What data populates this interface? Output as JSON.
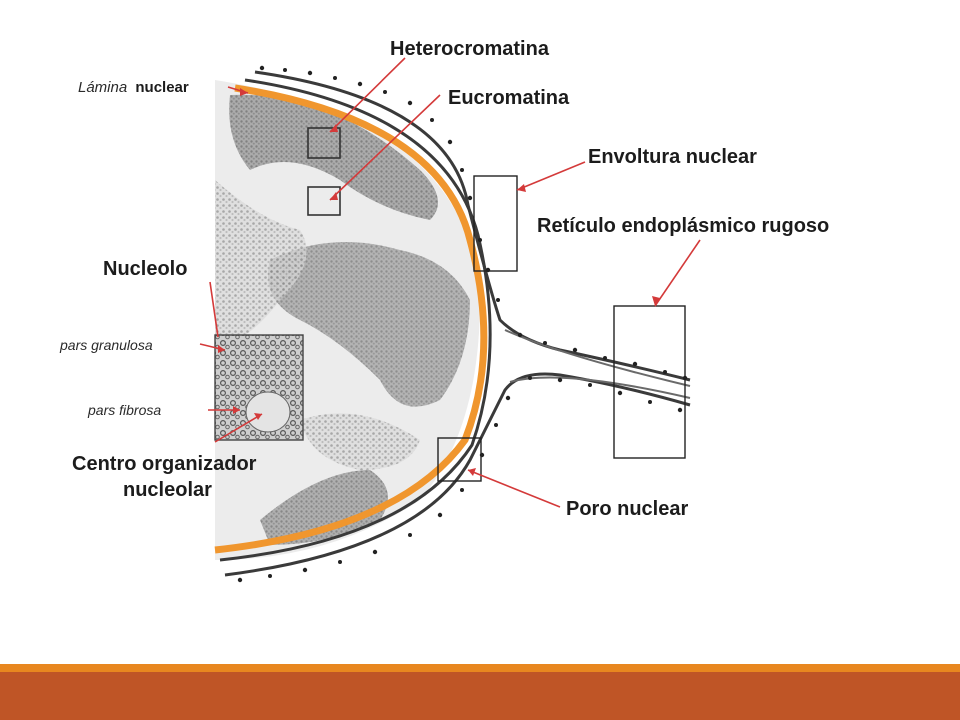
{
  "labels": {
    "heterocromatina": "Heterocromatina",
    "lamina_part1": "Lámina",
    "lamina_part2": "nuclear",
    "eucromatina": "Eucromatina",
    "envoltura": "Envoltura nuclear",
    "reticulo": "Retículo endoplásmico rugoso",
    "nucleolo": "Nucleolo",
    "pars_granulosa": "pars granulosa",
    "pars_fibrosa": "pars fibrosa",
    "centro_line1": "Centro organizador",
    "centro_line2": "nucleolar",
    "poro": "Poro nuclear"
  },
  "colors": {
    "lamina_orange": "#f0962e",
    "membrane_dark": "#3a3a3a",
    "chromatin_gray": "#9a9a9a",
    "leader_red": "#d43a3a",
    "footer_thin": "#e8871f",
    "footer_band": "#bf5526"
  }
}
